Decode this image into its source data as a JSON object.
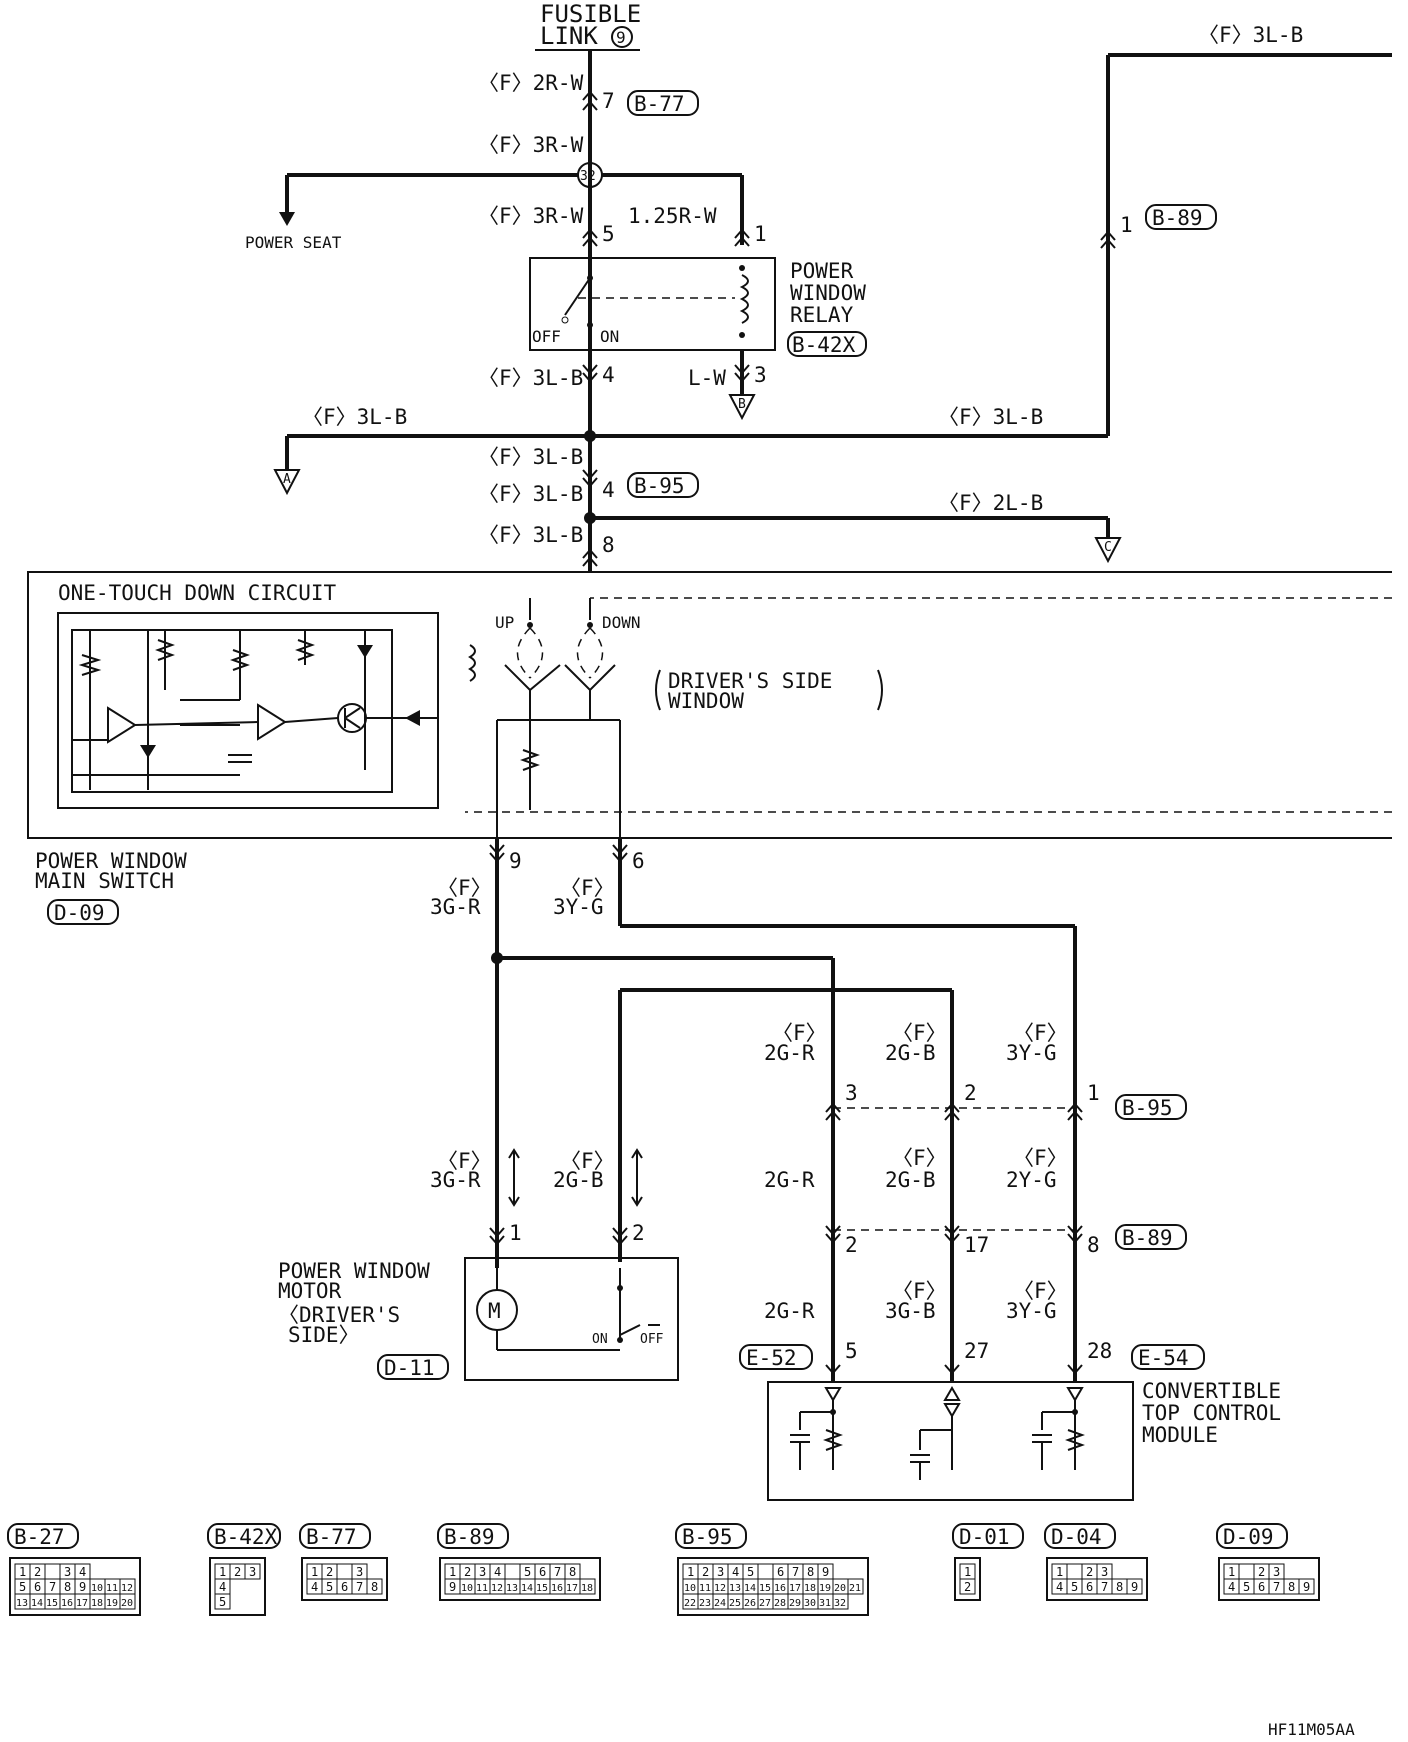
{
  "top": {
    "fusible_link": "FUSIBLE",
    "fusible_link_2": "LINK",
    "fusible_link_num": "9",
    "wire_2rw": "〈F〉2R-W",
    "wire_3rw_a": "〈F〉3R-W",
    "wire_3rw_b": "〈F〉3R-W",
    "wire_125rw": "1.25R-W",
    "splice": "32",
    "pin_7": "7",
    "pin_5": "5",
    "pin_1": "1",
    "conn_b77": "B-77",
    "power_seat": "POWER SEAT",
    "top_right_wire": "〈F〉3L-B"
  },
  "relay": {
    "name_1": "POWER",
    "name_2": "WINDOW",
    "name_3": "RELAY",
    "conn": "B-42X",
    "off": "OFF",
    "on": "ON",
    "pin_4": "4",
    "pin_3": "3",
    "wire_lw": "L-W",
    "wire_3lb": "〈F〉3L-B"
  },
  "mid": {
    "ground_a": "A",
    "ground_b": "B",
    "ground_c": "C",
    "wire_left_3lb": "〈F〉3L-B",
    "wire_right_3lb": "〈F〉3L-B",
    "wire_3lb_2": "〈F〉3L-B",
    "wire_3lb_3": "〈F〉3L-B",
    "wire_3lb_4": "〈F〉3L-B",
    "wire_2lb": "〈F〉2L-B",
    "pin_4": "4",
    "pin_8": "8",
    "conn_b95": "B-95",
    "right_pin_1": "1",
    "conn_b89": "B-89"
  },
  "switch": {
    "circuit_title": "ONE-TOUCH DOWN CIRCUIT",
    "up": "UP",
    "down": "DOWN",
    "drivers_window_1": "DRIVER'S SIDE",
    "drivers_window_2": "WINDOW",
    "name_1": "POWER WINDOW",
    "name_2": "MAIN SWITCH",
    "conn": "D-09",
    "pin_9": "9",
    "pin_6": "6",
    "wire_9_a": "〈F〉",
    "wire_9_b": "3G-R",
    "wire_6_a": "〈F〉",
    "wire_6_b": "3Y-G"
  },
  "motor": {
    "name_1": "POWER WINDOW",
    "name_2": "MOTOR",
    "name_3": "〈DRIVER'S",
    "name_4": "SIDE〉",
    "conn": "D-11",
    "m": "M",
    "on": "ON",
    "off": "OFF",
    "pin_1": "1",
    "pin_2": "2",
    "wire_1a": "〈F〉",
    "wire_1b": "3G-R",
    "wire_2a": "〈F〉",
    "wire_2b": "2G-B"
  },
  "module": {
    "name_1": "CONVERTIBLE",
    "name_2": "TOP CONTROL",
    "name_3": "MODULE",
    "row1": [
      {
        "a": "〈F〉",
        "b": "2G-R",
        "pin": "3"
      },
      {
        "a": "〈F〉",
        "b": "2G-B",
        "pin": "2"
      },
      {
        "a": "〈F〉",
        "b": "3Y-G",
        "pin": "1"
      }
    ],
    "row1_conn": "B-95",
    "row2": [
      {
        "a": "",
        "b": "2G-R",
        "pin": "2"
      },
      {
        "a": "〈F〉",
        "b": "2G-B",
        "pin": "17"
      },
      {
        "a": "〈F〉",
        "b": "2Y-G",
        "pin": "8"
      }
    ],
    "row2_conn": "B-89",
    "row3": [
      {
        "a": "",
        "b": "2G-R",
        "pin": "5"
      },
      {
        "a": "〈F〉",
        "b": "3G-B",
        "pin": "27"
      },
      {
        "a": "〈F〉",
        "b": "3Y-G",
        "pin": "28"
      }
    ],
    "conn_e52": "E-52",
    "conn_e54": "E-54"
  },
  "connectors": [
    {
      "id": "B-27",
      "rows": [
        [
          "1",
          "2",
          "",
          "3",
          "4"
        ],
        [
          "5",
          "6",
          "7",
          "8",
          "9",
          "10",
          "11",
          "12"
        ],
        [
          "13",
          "14",
          "15",
          "16",
          "17",
          "18",
          "19",
          "20"
        ]
      ]
    },
    {
      "id": "B-42X",
      "rows": [
        [
          "1",
          "2",
          "3"
        ],
        [
          "4"
        ],
        [
          "5"
        ]
      ]
    },
    {
      "id": "B-77",
      "rows": [
        [
          "1",
          "2",
          "",
          "3"
        ],
        [
          "4",
          "5",
          "6",
          "7",
          "8"
        ]
      ]
    },
    {
      "id": "B-89",
      "rows": [
        [
          "1",
          "2",
          "3",
          "4",
          "",
          "5",
          "6",
          "7",
          "8"
        ],
        [
          "9",
          "10",
          "11",
          "12",
          "13",
          "14",
          "15",
          "16",
          "17",
          "18"
        ]
      ]
    },
    {
      "id": "B-95",
      "rows": [
        [
          "1",
          "2",
          "3",
          "4",
          "5",
          "",
          "6",
          "7",
          "8",
          "9"
        ],
        [
          "10",
          "11",
          "12",
          "13",
          "14",
          "15",
          "16",
          "17",
          "18",
          "19",
          "20",
          "21"
        ],
        [
          "22",
          "23",
          "24",
          "25",
          "26",
          "27",
          "28",
          "29",
          "30",
          "31",
          "32"
        ]
      ]
    },
    {
      "id": "D-01",
      "rows": [
        [
          "1"
        ],
        [
          "2"
        ]
      ]
    },
    {
      "id": "D-04",
      "rows": [
        [
          "1",
          "",
          "2",
          "3"
        ],
        [
          "4",
          "5",
          "6",
          "7",
          "8",
          "9"
        ]
      ]
    },
    {
      "id": "D-09",
      "rows": [
        [
          "1",
          "",
          "2",
          "3"
        ],
        [
          "4",
          "5",
          "6",
          "7",
          "8",
          "9"
        ]
      ]
    }
  ],
  "footer_code": "HF11M05AA"
}
